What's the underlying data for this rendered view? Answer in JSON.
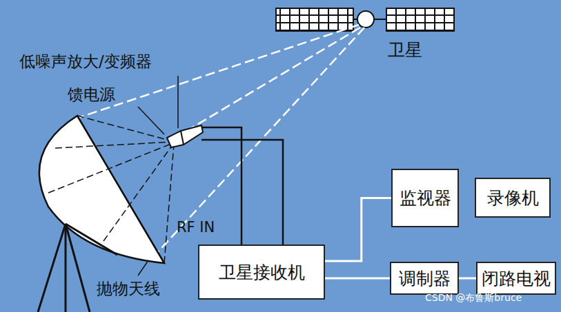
{
  "diagram": {
    "nodes": [
      {
        "text": [
          "卫星接收机"
        ]
      },
      {
        "text": [
          "监视器"
        ]
      },
      {
        "text": [
          "录像机"
        ]
      },
      {
        "text": [
          "调制器"
        ]
      },
      {
        "text": [
          "闭路电视"
        ]
      }
    ],
    "edges": [
      {
        "from": 0,
        "to": 1,
        "arrow": "none"
      },
      {
        "from": 0,
        "to": 3,
        "arrow": "none"
      },
      {
        "from": 3,
        "to": 4,
        "arrow": "none"
      }
    ],
    "labels": [
      "低噪声放大/变频器",
      "馈电源",
      "卫星",
      "RF IN",
      "抛物天线",
      "CSDN @布鲁斯bruce"
    ]
  }
}
